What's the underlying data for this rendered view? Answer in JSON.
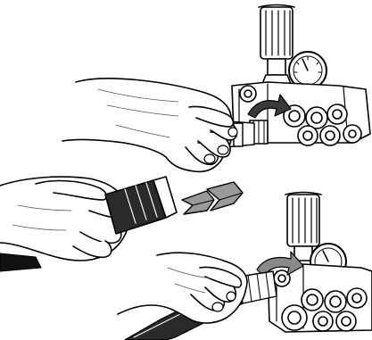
{
  "figure": {
    "panels": [
      {
        "id": "top",
        "step": "remove",
        "arrow": "counter-clockwise"
      },
      {
        "id": "middle",
        "step": "insert-hose-end",
        "arrow": "push-in"
      },
      {
        "id": "bottom",
        "step": "attach-hose",
        "arrow": "clockwise"
      }
    ],
    "colors": {
      "ink": "#000000",
      "paper": "#ffffff",
      "gray": "#9a9a9a",
      "dark_gray": "#3a3a3a"
    }
  }
}
